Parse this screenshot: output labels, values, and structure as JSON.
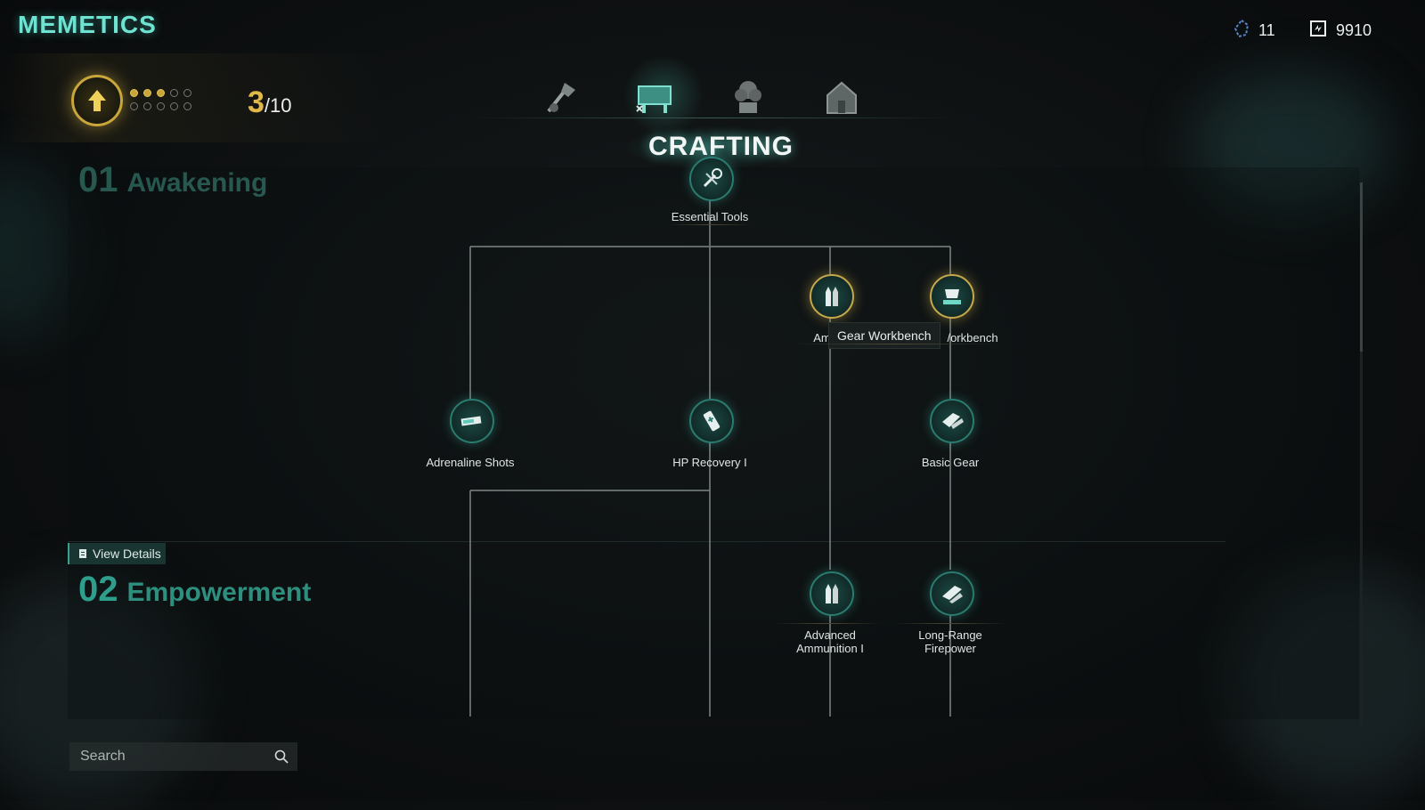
{
  "header": {
    "title": "MEMETICS",
    "currency_1": {
      "icon": "memetic-shard-icon",
      "value": "11"
    },
    "currency_2": {
      "icon": "exchange-token-icon",
      "value": "9910"
    }
  },
  "rank": {
    "current": "3",
    "max": "10",
    "slash": "/",
    "pips_filled": 3,
    "pips_total": 10,
    "icon": "level-up-arrow-icon"
  },
  "categories": {
    "active": "crafting",
    "items": [
      {
        "id": "combat",
        "icon": "axe-icon"
      },
      {
        "id": "crafting",
        "icon": "workbench-icon"
      },
      {
        "id": "farming",
        "icon": "plant-pot-icon"
      },
      {
        "id": "building",
        "icon": "house-icon"
      }
    ]
  },
  "section_title": "CRAFTING",
  "phases": [
    {
      "number": "01",
      "name": "Awakening"
    },
    {
      "number": "02",
      "name": "Empowerment"
    }
  ],
  "view_details_label": "View Details",
  "nodes": {
    "essential_tools": "Essential Tools",
    "ammunition_partial": "Ammu",
    "gear_workbench_partial": "/orkbench",
    "adrenaline_shots": "Adrenaline Shots",
    "hp_recovery": "HP Recovery I",
    "basic_gear": "Basic Gear",
    "advanced_ammunition_line1": "Advanced",
    "advanced_ammunition_line2": "Ammunition I",
    "long_range_line1": "Long-Range",
    "long_range_line2": "Firepower"
  },
  "tooltip": "Gear Workbench",
  "search": {
    "placeholder": "Search",
    "value": ""
  },
  "colors": {
    "accent": "#6fe3d2",
    "gold": "#c9a63a",
    "node_ring": "#2a7c70"
  }
}
